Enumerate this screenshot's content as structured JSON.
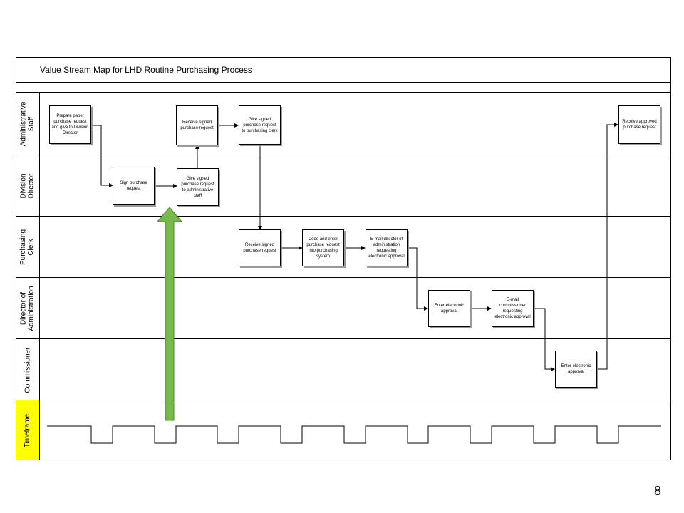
{
  "title": "Value Stream Map for LHD Routine Purchasing Process",
  "lanes": [
    "Administrative\nStaff",
    "Division\nDirector",
    "Purchasing\nClerk",
    "Director of\nAdministration",
    "Commissioner",
    "Timeframe"
  ],
  "steps": {
    "prepare": "Prepare paper purchase request and give to Division Director",
    "sign": "Sign purchase request",
    "give_admin": "Give signed purchase request to administrative staff",
    "receive_admin": "Receive signed purchase request",
    "give_clerk": "Give signed purchase request to purchasing clerk",
    "receive_clerk": "Receive signed purchase request",
    "code_enter": "Code and enter purchase request into purchasing system",
    "email_dir": "E-mail director of administration requesting electronic approval",
    "enter_approval_dir": "Enter electronic approval",
    "email_comm": "E-mail commissioner requesting electronic approval",
    "enter_approval_comm": "Enter electronic approval",
    "receive_approved": "Receive approved purchase request"
  },
  "colors": {
    "timeframe_label": "#ffff00",
    "highlight_arrow": "#77b94a"
  },
  "page_number": "8"
}
